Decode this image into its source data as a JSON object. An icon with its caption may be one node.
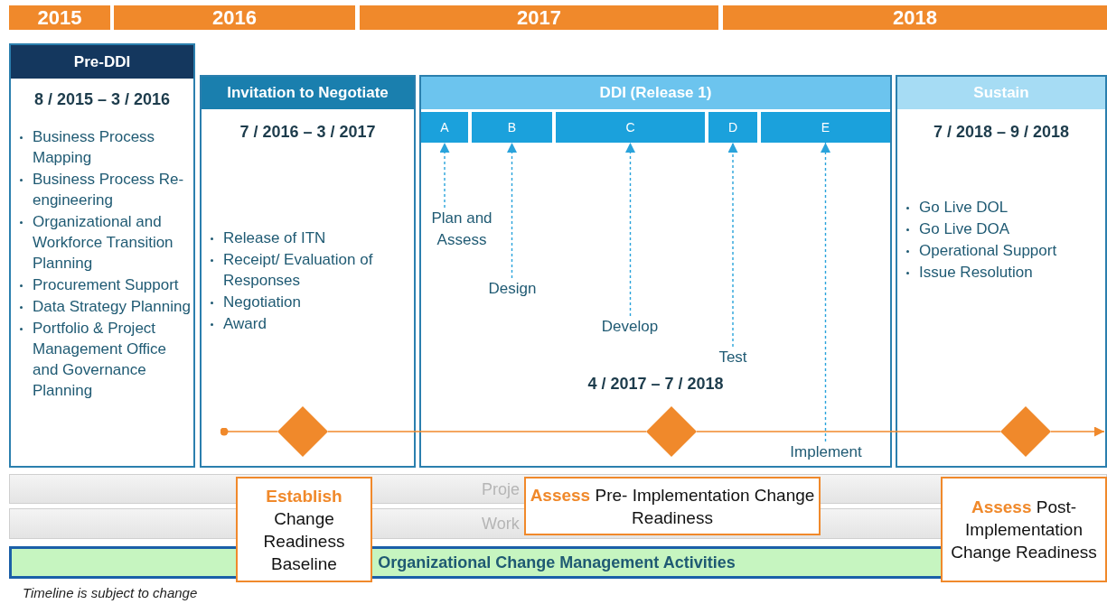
{
  "diagram": {
    "nodes": [
      {
        "text": [
          "2015"
        ]
      },
      {
        "text": [
          "2016"
        ]
      },
      {
        "text": [
          "2017"
        ]
      },
      {
        "text": [
          "2018"
        ]
      },
      {
        "text": [
          "Pre-DDI",
          "8 / 2015 – 3 / 2016",
          "Business Process Mapping",
          "Business Process Re-engineering",
          "Organizational and Workforce Transition Planning",
          "Procurement Support",
          "Data Strategy Planning",
          "Portfolio & Project Management Office and Governance Planning"
        ]
      },
      {
        "text": [
          "Invitation to Negotiate",
          "7 / 2016 – 3 / 2017",
          "Release of ITN",
          "Receipt/ Evaluation of Responses",
          "Negotiation",
          "Award"
        ]
      },
      {
        "text": [
          "DDI (Release 1)",
          "4 / 2017 – 7 / 2018"
        ]
      },
      {
        "text": [
          "A"
        ],
        "in": 6
      },
      {
        "text": [
          "B"
        ],
        "in": 6
      },
      {
        "text": [
          "C"
        ],
        "in": 6
      },
      {
        "text": [
          "D"
        ],
        "in": 6
      },
      {
        "text": [
          "E"
        ],
        "in": 6
      },
      {
        "text": [
          "Plan and Assess"
        ],
        "in": 6
      },
      {
        "text": [
          "Design"
        ],
        "in": 6
      },
      {
        "text": [
          "Develop"
        ],
        "in": 6
      },
      {
        "text": [
          "Test"
        ],
        "in": 6
      },
      {
        "text": [
          "Implement"
        ],
        "in": 6
      },
      {
        "text": [
          "Sustain",
          "7 / 2018 – 9 / 2018",
          "Go Live DOL",
          "Go Live DOA",
          "Operational Support",
          "Issue Resolution"
        ]
      },
      {
        "text": [],
        "shape": "diamond",
        "in": 5
      },
      {
        "text": [],
        "shape": "diamond",
        "in": 6
      },
      {
        "text": [],
        "shape": "diamond",
        "in": 17
      },
      {
        "text": [
          "**Establish** Change Readiness Baseline"
        ]
      },
      {
        "text": [
          "**Assess** Pre- Implementation Change Readiness"
        ]
      },
      {
        "text": [
          "**Assess** Post- Implementation Change Readiness"
        ]
      },
      {
        "text": [
          "Proje"
        ]
      },
      {
        "text": [
          "Work"
        ]
      },
      {
        "text": [
          "Organizational Change Management Activities"
        ]
      }
    ],
    "edges": [
      {
        "from": 12,
        "to": 7,
        "arrow": "to",
        "style": "dashed"
      },
      {
        "from": 13,
        "to": 8,
        "arrow": "to",
        "style": "dashed"
      },
      {
        "from": 14,
        "to": 9,
        "arrow": "to",
        "style": "dashed"
      },
      {
        "from": 15,
        "to": 10,
        "arrow": "to",
        "style": "dashed"
      },
      {
        "from": 16,
        "to": 11,
        "arrow": "to",
        "style": "dashed"
      },
      {
        "from": null,
        "to": 18,
        "arrow": "other",
        "color": "#f0892b"
      },
      {
        "from": 18,
        "to": 19,
        "arrow": "none",
        "color": "#f0892b"
      },
      {
        "from": 19,
        "to": 20,
        "arrow": "none",
        "color": "#f0892b"
      },
      {
        "from": 20,
        "to": null,
        "arrow": "to",
        "color": "#f0892b"
      }
    ],
    "labels": [
      "Timeline is subject to change"
    ]
  }
}
